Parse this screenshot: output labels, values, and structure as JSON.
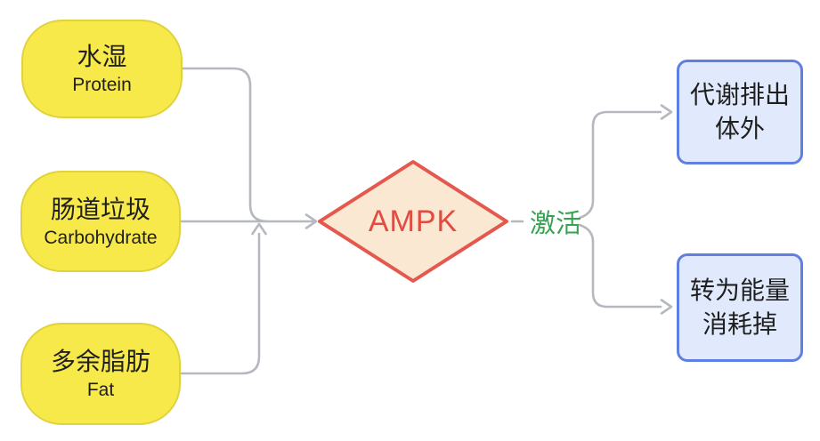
{
  "diagram": {
    "sources": [
      {
        "title": "水湿",
        "subtitle": "Protein"
      },
      {
        "title": "肠道垃圾",
        "subtitle": "Carbohydrate"
      },
      {
        "title": "多余脂肪",
        "subtitle": "Fat"
      }
    ],
    "hub": {
      "label": "AMPK"
    },
    "activation_label": "激活",
    "outcomes": [
      {
        "line1": "代谢排出",
        "line2": "体外"
      },
      {
        "line1": "转为能量",
        "line2": "消耗掉"
      }
    ],
    "edges": [
      {
        "from": "水湿 (Protein)",
        "to": "AMPK",
        "style": "solid"
      },
      {
        "from": "肠道垃圾 (Carbohydrate)",
        "to": "AMPK",
        "style": "solid"
      },
      {
        "from": "多余脂肪 (Fat)",
        "to": "AMPK",
        "style": "solid"
      },
      {
        "from": "AMPK",
        "to": "代谢排出体外",
        "label": "激活",
        "style": "dashed"
      },
      {
        "from": "AMPK",
        "to": "转为能量消耗掉",
        "label": "激活",
        "style": "dashed"
      }
    ],
    "colors": {
      "background": "#ffffff",
      "source_fill": "#F8E94B",
      "source_border": "#E0D23C",
      "hub_fill": "#FAE8D3",
      "hub_border": "#E4584E",
      "hub_text": "#E14B40",
      "outcome_fill": "#E1EAFC",
      "outcome_border": "#5F7FE3",
      "connector": "#B5B8BF",
      "activation_text": "#36A352",
      "node_text": "#1f1f1f"
    }
  }
}
